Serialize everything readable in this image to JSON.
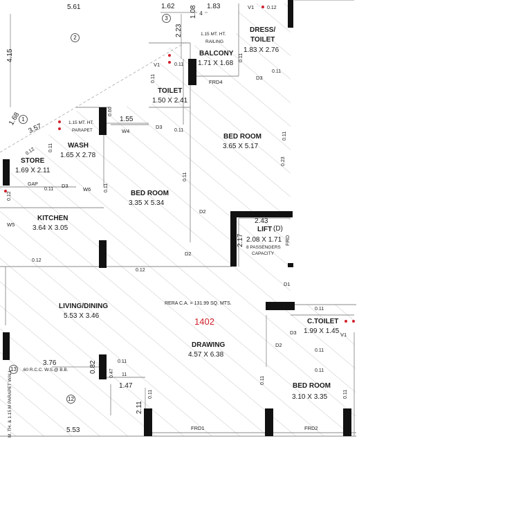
{
  "project": {
    "unit_number": "1402",
    "rera_carpet_area": "RERA C.A. = 131.99 SQ. MTS."
  },
  "rooms": {
    "dress_toilet": {
      "name_line1": "DRESS/",
      "name_line2": "TOILET",
      "dims": "1.83 X 2.76"
    },
    "balcony": {
      "name": "BALCONY",
      "dims": "1.71 X 1.68",
      "note_line1": "1.15 MT. HT.",
      "note_line2": "RAILING"
    },
    "toilet": {
      "name": "TOILET",
      "dims": "1.50 X 2.41"
    },
    "wash": {
      "name": "WASH",
      "dims": "1.65 X 2.78",
      "note_line1": "1.15 MT. HT.",
      "note_line2": "PARAPET"
    },
    "store": {
      "name": "STORE",
      "dims": "1.69 X 2.11",
      "note": "GAP"
    },
    "bed_room_master": {
      "name": "BED ROOM",
      "dims": "3.65 X 5.17"
    },
    "bed_room_middle": {
      "name": "BED ROOM",
      "dims": "3.35 X 5.34"
    },
    "kitchen": {
      "name": "KITCHEN",
      "dims": "3.64 X 3.05"
    },
    "lift": {
      "name": "LIFT",
      "tag": "(D)",
      "dims": "2.08 X 1.71",
      "capacity_line1": "8 PASSENGERS",
      "capacity_line2": "CAPACITY"
    },
    "living_dining": {
      "name": "LIVING/DINING",
      "dims": "5.53 X 3.46"
    },
    "drawing": {
      "name": "DRAWING",
      "dims": "4.57 X 6.38"
    },
    "c_toilet": {
      "name": "C.TOILET",
      "dims": "1.99 X 1.45"
    },
    "bed_room_right": {
      "name": "BED ROOM",
      "dims": "3.10 X 3.35"
    }
  },
  "door_window_tags": {
    "v1_top": "V1",
    "v1_toilet": "V1",
    "v1_ctoilet": "V1",
    "frd4": "FRD4",
    "d3_dress": "D3",
    "d3_toilet": "D3",
    "w4": "W4",
    "d3_store": "D3",
    "w6": "W6",
    "w5": "W5",
    "d2_bed": "D2",
    "d2_living": "D2",
    "frd_lift": "FRD",
    "d1": "D1",
    "d3_ctoilet": "D3",
    "d2_drawing": "D2",
    "frd1": "FRD1",
    "frd2": "FRD2"
  },
  "dimensions": {
    "d_5_61": "5.61",
    "d_1_62": "1.62",
    "d_1_08": "1.08",
    "d_1_83": "1.83",
    "d_4_15": "4.15",
    "d_2_23": "2.23",
    "d_0_60": "0.60",
    "d_1_55": "1.55",
    "d_1_68": "1.68",
    "d_3_57": "3.57",
    "d_2_43": "2.43",
    "d_2_17": "2.17",
    "d_3_76": "3.76",
    "d_0_82": "0.82",
    "d_0_47": "0.47",
    "d_11": "11",
    "d_1_47": "1.47",
    "d_2_11": "2.11",
    "d_5_53": "5.53"
  },
  "wall_thickness_labels": {
    "t01": "0.12",
    "t02": "0.11",
    "t03": "0.11",
    "t04": "0.11",
    "t05": "0.11",
    "t06": "0.12",
    "t07": "0.11",
    "t08": "0.11",
    "t09": "0.11",
    "t10": "0.12",
    "t11": "0.11",
    "t12": "0.11",
    "t13": "0.23",
    "t14": "0.12",
    "t15": "0.12",
    "t16": "0.11",
    "t17": "0.11",
    "t18": "0.11",
    "t19": "0.11",
    "t20": "0.11",
    "t21": "0.11",
    "t22": "0.11",
    "t23": "0.11"
  },
  "column_numbers": {
    "c1": "1",
    "c2": "2",
    "c3": "3",
    "c4": "4",
    "c12": "12",
    "c13": "13"
  },
  "notes": {
    "rcc": ".60 R.C.C. W.S.@ B.B.",
    "parapet_wall": "M. TH. & 1.15 M PARAPET WALL"
  }
}
